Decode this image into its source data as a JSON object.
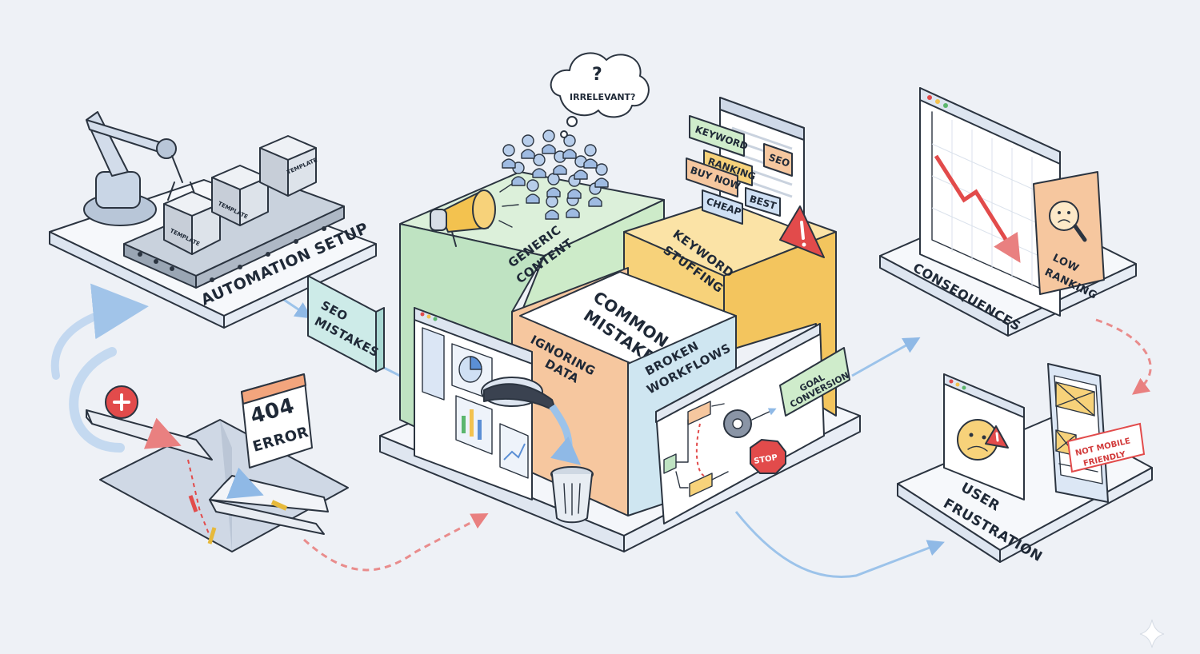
{
  "labels": {
    "automation_setup": "AUTOMATION SETUP",
    "template": "TEMPLATE",
    "seo_mistakes_line1": "SEO",
    "seo_mistakes_line2": "MISTAKES",
    "error_code": "404",
    "error_word": "ERROR",
    "irrelevant": "IRRELEVANT?",
    "question_mark": "?",
    "generic_line1": "GENERIC",
    "generic_line2": "CONTENT",
    "keyword_stuffing_line1": "KEYWORD",
    "keyword_stuffing_line2": "STUFFING",
    "common_line1": "COMMON",
    "common_line2": "MISTAKES",
    "ignoring_line1": "IGNORING",
    "ignoring_line2": "DATA",
    "broken_line1": "BROKEN",
    "broken_line2": "WORKFLOWS",
    "goal_line1": "GOAL",
    "goal_line2": "CONVERSION",
    "stop": "STOP",
    "consequences": "CONSEQUENCES",
    "low_ranking_line1": "LOW",
    "low_ranking_line2": "RANKING",
    "user_frustration_line1": "USER",
    "user_frustration_line2": "FRUSTRATION",
    "not_mobile_line1": "NOT MOBILE",
    "not_mobile_line2": "FRIENDLY"
  },
  "keyword_tags": [
    "KEYWORD",
    "RANKING",
    "BUY NOW",
    "BEST",
    "CHEAP",
    "SEO"
  ],
  "colors": {
    "background": "#eef1f6",
    "green_block": "#bfe3c2",
    "yellow_block": "#f7d27a",
    "orange_block": "#f6c79f",
    "blue_block": "#cfe6f1",
    "red_accent": "#e24b4b",
    "arrow_blue": "#9cc3ea",
    "arrow_red": "#e98c8c"
  }
}
